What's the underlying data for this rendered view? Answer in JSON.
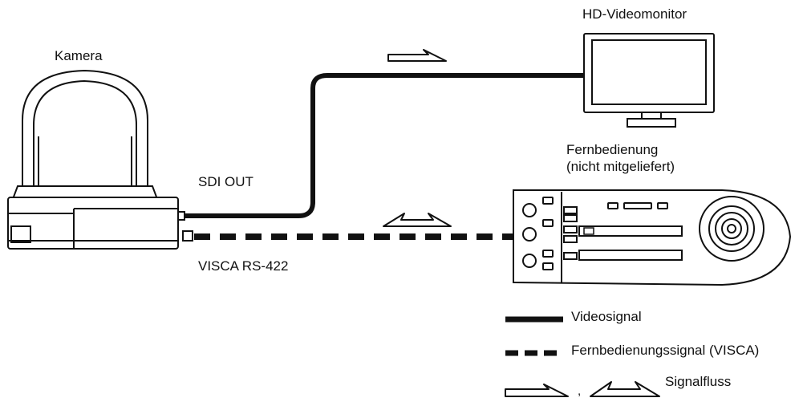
{
  "labels": {
    "camera": "Kamera",
    "monitor": "HD-Videomonitor",
    "remote_line1": "Fernbedienung",
    "remote_line2": "(nicht mitgeliefert)",
    "sdi_out": "SDI OUT",
    "visca_port": "VISCA RS-422"
  },
  "legend": {
    "video_signal": "Videosignal",
    "remote_signal": "Fernbedienungssignal (VISCA)",
    "separator": ",",
    "signal_flow": "Signalfluss"
  },
  "colors": {
    "line": "#111111",
    "device_fill": "#ffffff"
  },
  "icons": {
    "camera": "ptz-camera-icon",
    "monitor": "monitor-icon",
    "remote": "remote-controller-icon",
    "arrow_one_way": "arrow-right-icon",
    "arrow_two_way": "arrow-bidirectional-icon"
  }
}
